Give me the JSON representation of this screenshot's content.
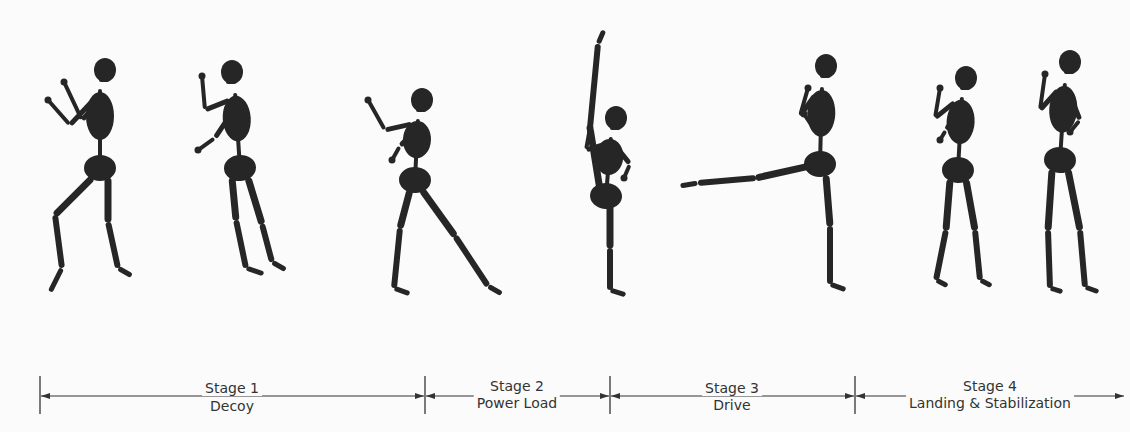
{
  "diagram": {
    "labels": [
      "Stage 1",
      "Decoy",
      "Stage 2",
      "Power Load",
      "Stage 3",
      "Drive",
      "Stage 4",
      "Landing & Stabilization"
    ]
  }
}
